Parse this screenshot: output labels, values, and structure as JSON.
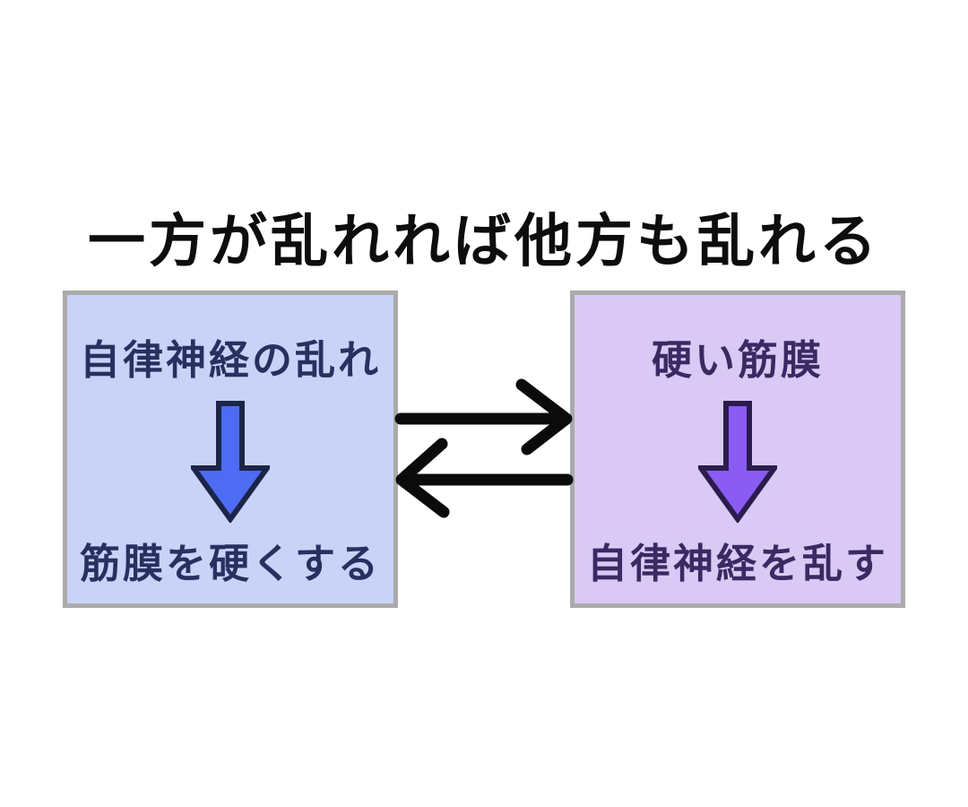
{
  "title": "一方が乱れれば他方も乱れる",
  "left_node": {
    "cause": "自律神経の乱れ",
    "effect": "筋膜を硬くする"
  },
  "right_node": {
    "cause": "硬い筋膜",
    "effect": "自律神経を乱す"
  },
  "relation": "bidirectional",
  "colors": {
    "left_box_bg": "#c9d3f8",
    "right_box_bg": "#d9c9f4",
    "box_border": "#ababab",
    "left_text": "#28305f",
    "right_text": "#3a2a63",
    "left_arrow_fill": "#4d6bf3",
    "left_arrow_stroke": "#1c2548",
    "right_arrow_fill": "#8b5cf3",
    "right_arrow_stroke": "#2b1c4e",
    "cycle_arrow": "#0b0b0b",
    "title_color": "#0d0d0d",
    "page_bg": "#ffffff"
  }
}
